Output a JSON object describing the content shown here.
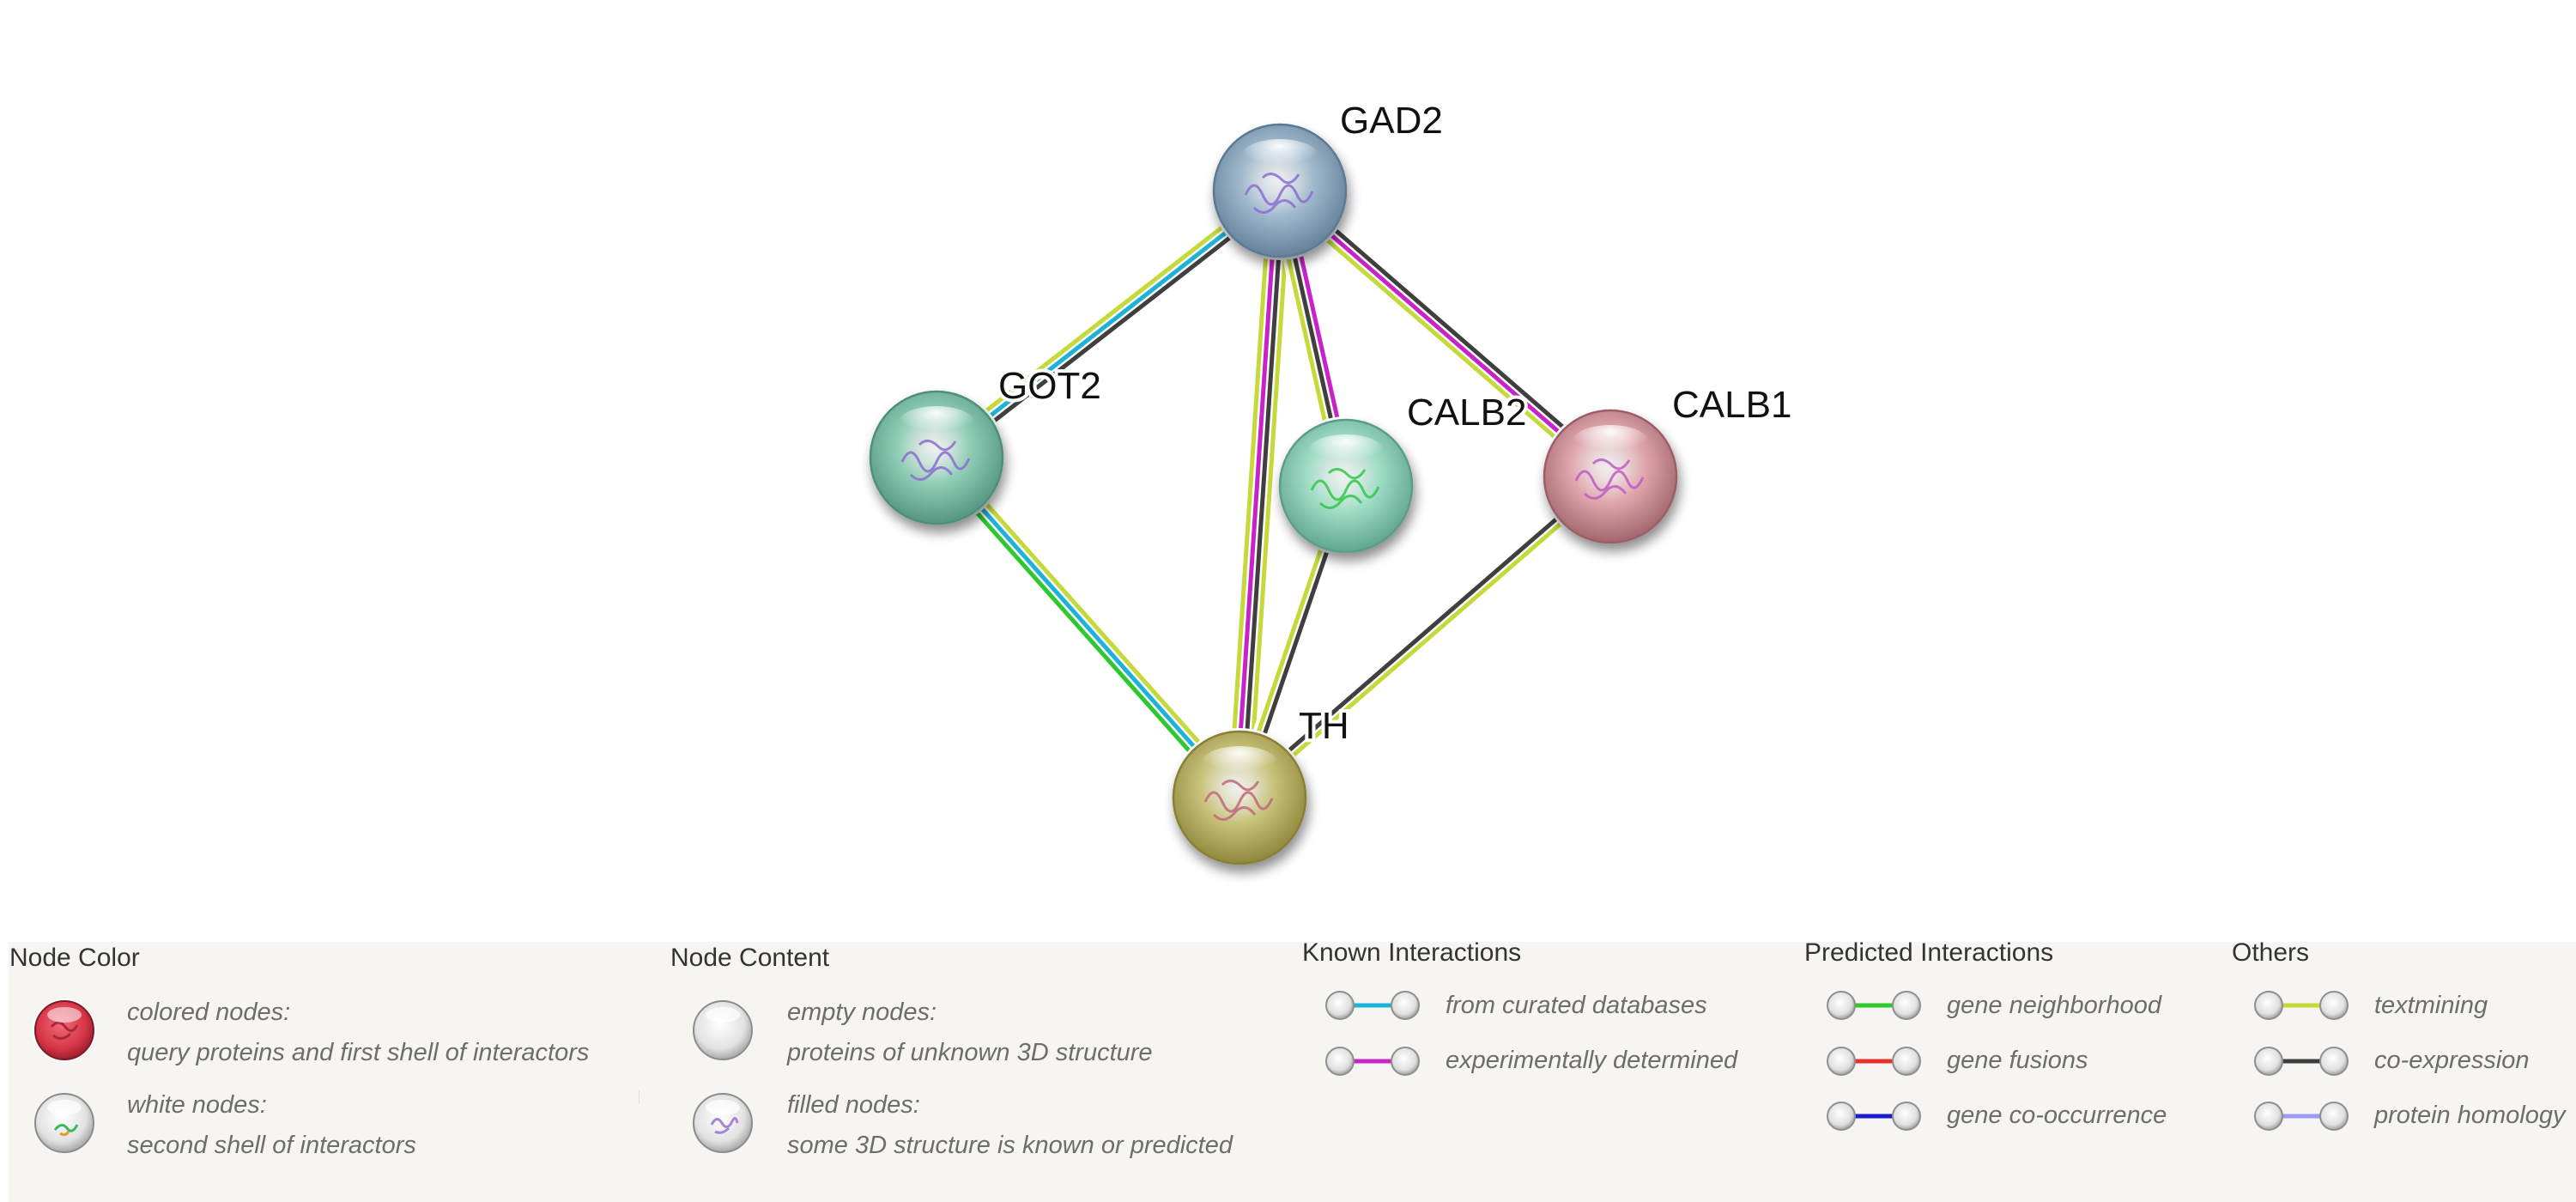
{
  "colors": {
    "textmining": "#c5d93b",
    "coexpression": "#3f3f3f",
    "curated_databases": "#1fb2d8",
    "experimentally_determined": "#c822c8",
    "gene_neighborhood": "#2fc82f",
    "gene_fusions": "#e8302a",
    "gene_cooccurrence": "#1a1ad0",
    "protein_homology": "#9b9bf0"
  },
  "network": {
    "nodes": [
      {
        "id": "GAD2",
        "label": "GAD2",
        "color": "#9fb8cc",
        "dark": "#5c7a94",
        "structure_color": "#8b6fd0"
      },
      {
        "id": "GOT2",
        "label": "GOT2",
        "color": "#8fcdb6",
        "dark": "#4e8f7a",
        "structure_color": "#8b6fd0"
      },
      {
        "id": "CALB2",
        "label": "CALB2",
        "color": "#9fdcc6",
        "dark": "#5a9e88",
        "structure_color": "#34c84a"
      },
      {
        "id": "CALB1",
        "label": "CALB1",
        "color": "#dfa7ad",
        "dark": "#9c5e66",
        "structure_color": "#c25cc2"
      },
      {
        "id": "TH",
        "label": "TH",
        "color": "#c8c27a",
        "dark": "#888034",
        "structure_color": "#c06a7a"
      }
    ],
    "edges": [
      {
        "source": "GAD2",
        "target": "GOT2",
        "evidence": [
          "coexpression",
          "curated_databases",
          "textmining"
        ]
      },
      {
        "source": "GAD2",
        "target": "TH",
        "evidence": [
          "textmining",
          "coexpression",
          "experimentally_determined",
          "textmining"
        ]
      },
      {
        "source": "GAD2",
        "target": "CALB2",
        "evidence": [
          "experimentally_determined",
          "coexpression",
          "textmining"
        ]
      },
      {
        "source": "GAD2",
        "target": "CALB1",
        "evidence": [
          "coexpression",
          "experimentally_determined",
          "textmining"
        ]
      },
      {
        "source": "GOT2",
        "target": "TH",
        "evidence": [
          "textmining",
          "curated_databases",
          "gene_neighborhood"
        ]
      },
      {
        "source": "CALB2",
        "target": "TH",
        "evidence": [
          "coexpression",
          "textmining"
        ]
      },
      {
        "source": "CALB1",
        "target": "TH",
        "evidence": [
          "textmining",
          "coexpression"
        ]
      }
    ]
  },
  "legend": {
    "node_color": {
      "title": "Node Color",
      "colored_1": "colored nodes:",
      "colored_2": "query proteins and first shell of interactors",
      "white_1": "white nodes:",
      "white_2": "second shell of interactors"
    },
    "node_content": {
      "title": "Node Content",
      "empty_1": "empty nodes:",
      "empty_2": "proteins of unknown 3D structure",
      "filled_1": "filled nodes:",
      "filled_2": "some 3D structure is known or predicted"
    },
    "known": {
      "title": "Known Interactions",
      "items": [
        "from curated databases",
        "experimentally determined"
      ]
    },
    "predicted": {
      "title": "Predicted Interactions",
      "items": [
        "gene neighborhood",
        "gene fusions",
        "gene co-occurrence"
      ]
    },
    "others": {
      "title": "Others",
      "items": [
        "textmining",
        "co-expression",
        "protein homology"
      ]
    }
  }
}
